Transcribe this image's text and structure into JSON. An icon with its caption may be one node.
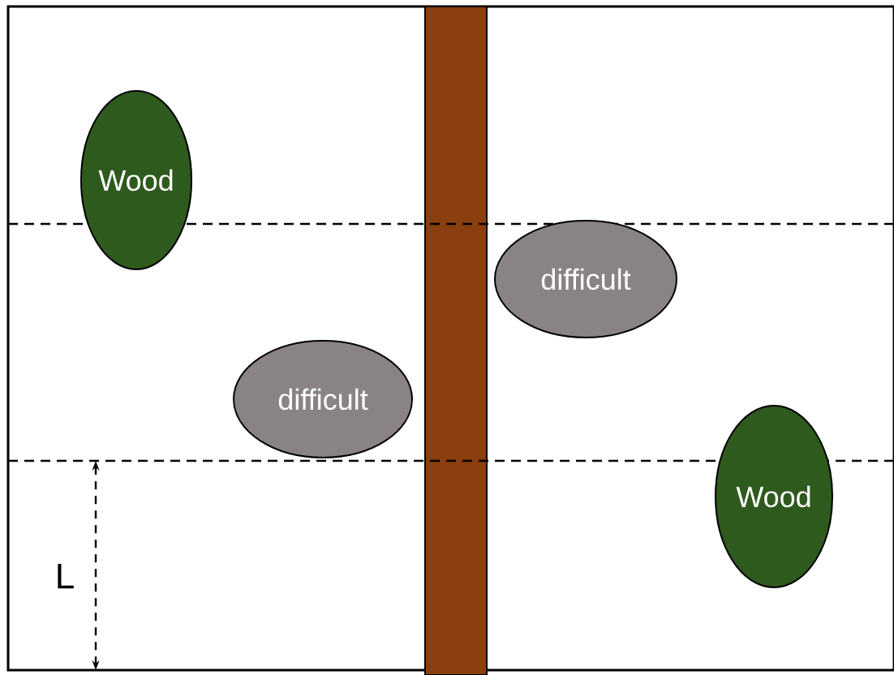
{
  "diagram": {
    "nodes": [
      {
        "text": [
          "Wood"
        ]
      },
      {
        "text": [
          "difficult"
        ]
      },
      {
        "text": [
          "difficult"
        ]
      },
      {
        "text": [
          "Wood"
        ]
      }
    ],
    "labels": [
      "L"
    ]
  }
}
